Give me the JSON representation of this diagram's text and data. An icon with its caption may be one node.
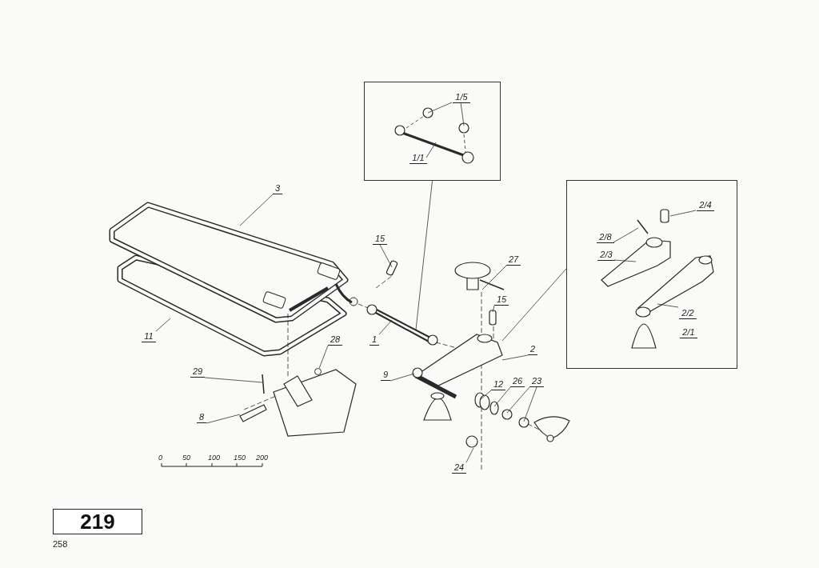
{
  "diagram": {
    "nodes": [
      {
        "text": [],
        "shape": "box"
      },
      {
        "text": [
          "1/5"
        ],
        "in": 0
      },
      {
        "text": [
          "1/1"
        ],
        "in": 0
      },
      {
        "text": [
          "3"
        ]
      },
      {
        "text": [],
        "shape": "box"
      },
      {
        "text": [
          "2/4"
        ],
        "in": 4
      },
      {
        "text": [
          "2/8"
        ],
        "in": 4
      },
      {
        "text": [
          "2/3"
        ],
        "in": 4
      },
      {
        "text": [
          "2/2"
        ],
        "in": 4
      },
      {
        "text": [
          "2/1"
        ],
        "in": 4
      },
      {
        "text": [
          "15"
        ]
      },
      {
        "text": [
          "27"
        ]
      },
      {
        "text": [
          "15"
        ]
      },
      {
        "text": [
          "11"
        ]
      },
      {
        "text": [
          "1"
        ]
      },
      {
        "text": [
          "28"
        ]
      },
      {
        "text": [
          "2"
        ]
      },
      {
        "text": [
          "29"
        ]
      },
      {
        "text": [
          "9"
        ]
      },
      {
        "text": [
          "12"
        ]
      },
      {
        "text": [
          "26"
        ]
      },
      {
        "text": [
          "23"
        ]
      },
      {
        "text": [
          "8"
        ]
      },
      {
        "text": [
          "24"
        ]
      },
      {
        "text": [
          "219"
        ]
      },
      {
        "text": [],
        "shape": "circle"
      }
    ],
    "edges": [
      {
        "from": 1,
        "to": null,
        "arrow": "none"
      },
      {
        "from": 1,
        "to": null,
        "arrow": "none"
      },
      {
        "from": 2,
        "to": null,
        "arrow": "none"
      },
      {
        "from": 3,
        "to": null,
        "arrow": "none"
      },
      {
        "from": 5,
        "to": null,
        "arrow": "none"
      },
      {
        "from": 6,
        "to": null,
        "arrow": "none"
      },
      {
        "from": 7,
        "to": null,
        "arrow": "none"
      },
      {
        "from": 8,
        "to": null,
        "arrow": "none"
      },
      {
        "from": 10,
        "to": null,
        "arrow": "none"
      },
      {
        "from": 11,
        "to": null,
        "arrow": "none"
      },
      {
        "from": 12,
        "to": null,
        "arrow": "none"
      },
      {
        "from": 13,
        "to": null,
        "arrow": "none"
      },
      {
        "from": 14,
        "to": null,
        "arrow": "none"
      },
      {
        "from": 15,
        "to": 25,
        "arrow": "none"
      },
      {
        "from": 16,
        "to": null,
        "arrow": "none"
      },
      {
        "from": 17,
        "to": null,
        "arrow": "none"
      },
      {
        "from": 18,
        "to": null,
        "arrow": "none"
      },
      {
        "from": 19,
        "to": null,
        "arrow": "none"
      },
      {
        "from": 20,
        "to": null,
        "arrow": "none"
      },
      {
        "from": 21,
        "to": null,
        "arrow": "none"
      },
      {
        "from": 21,
        "to": null,
        "arrow": "none"
      },
      {
        "from": 22,
        "to": null,
        "arrow": "none"
      },
      {
        "from": 23,
        "to": null,
        "arrow": "none"
      },
      {
        "from": 0,
        "to": null,
        "arrow": "none"
      },
      {
        "from": 4,
        "to": null,
        "arrow": "none"
      }
    ],
    "labels": [
      "0",
      "50",
      "100",
      "150",
      "200",
      "258"
    ]
  }
}
